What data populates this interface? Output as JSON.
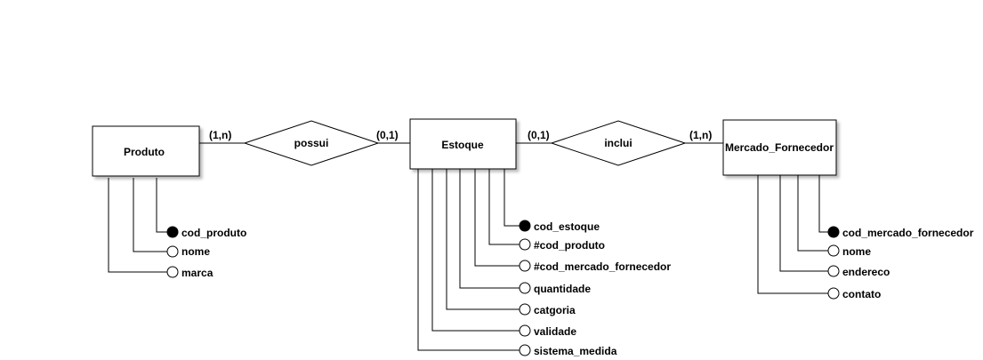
{
  "entities": {
    "produto": {
      "name": "Produto"
    },
    "estoque": {
      "name": "Estoque"
    },
    "mercado": {
      "name": "Mercado_Fornecedor"
    }
  },
  "relationships": {
    "possui": {
      "name": "possui",
      "left_card": "(1,n)",
      "right_card": "(0,1)"
    },
    "inclui": {
      "name": "inclui",
      "left_card": "(0,1)",
      "right_card": "(1,n)"
    }
  },
  "attributes": {
    "produto": [
      {
        "label": "cod_produto",
        "key": true
      },
      {
        "label": "nome",
        "key": false
      },
      {
        "label": "marca",
        "key": false
      }
    ],
    "estoque": [
      {
        "label": "cod_estoque",
        "key": true
      },
      {
        "label": "#cod_produto",
        "key": false
      },
      {
        "label": "#cod_mercado_fornecedor",
        "key": false
      },
      {
        "label": "quantidade",
        "key": false
      },
      {
        "label": "catgoria",
        "key": false
      },
      {
        "label": "validade",
        "key": false
      },
      {
        "label": "sistema_medida",
        "key": false
      }
    ],
    "mercado": [
      {
        "label": "cod_mercado_fornecedor",
        "key": true
      },
      {
        "label": "nome",
        "key": false
      },
      {
        "label": "endereco",
        "key": false
      },
      {
        "label": "contato",
        "key": false
      }
    ]
  },
  "colors": {
    "stroke": "#000000",
    "fill": "#ffffff",
    "key_fill": "#000000"
  }
}
